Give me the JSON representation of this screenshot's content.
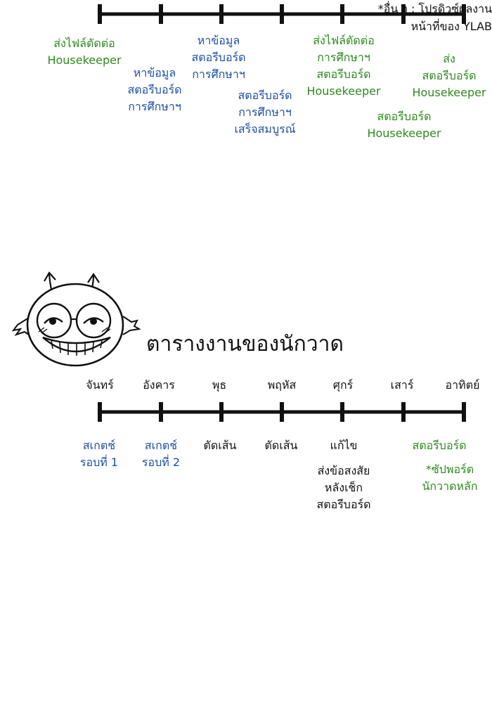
{
  "top_schedule": {
    "columns": [
      {
        "lines": [
          "ส่งไฟล์ตัดต่อ",
          "Housekeeper"
        ],
        "color": "green"
      },
      {
        "lines": [
          "หาข้อมูล",
          "สตอรีบอร์ด",
          "การศึกษาฯ"
        ],
        "color": "blue"
      },
      {
        "lines": [
          "หาข้อมูล",
          "สตอรีบอร์ด",
          "การศึกษาฯ"
        ],
        "color": "blue"
      },
      {
        "lines": [
          "สตอรีบอร์ด",
          "การศึกษาฯ",
          "เสร็จสมบูรณ์"
        ],
        "color": "blue"
      },
      {
        "lines": [
          "ส่งไฟล์ตัดต่อ",
          "การศึกษาฯ",
          "สตอรีบอร์ด",
          "Housekeeper"
        ],
        "color": "green"
      },
      {
        "lines": [
          "สตอรีบอร์ด",
          "Housekeeper"
        ],
        "color": "green"
      },
      {
        "lines": [
          "ส่ง",
          "สตอรีบอร์ด",
          "Housekeeper"
        ],
        "color": "green"
      }
    ],
    "note": [
      "*อื่น ๆ : โปรดิวซ์ผลงาน",
      "หน้าที่ของ YLAB"
    ]
  },
  "bottom_schedule": {
    "title": "ตารางงานของนักวาด",
    "days": [
      "จันทร์",
      "อังคาร",
      "พุธ",
      "พฤหัส",
      "ศุกร์",
      "เสาร์",
      "อาทิตย์"
    ],
    "tasks": [
      {
        "lines": [
          "สเกตช์",
          "รอบที่ 1"
        ],
        "color": "blue"
      },
      {
        "lines": [
          "สเกตช์",
          "รอบที่ 2"
        ],
        "color": "blue"
      },
      {
        "lines": [
          "ตัดเส้น"
        ],
        "color": "black"
      },
      {
        "lines": [
          "ตัดเส้น"
        ],
        "color": "black"
      },
      {
        "lines": [
          "แก้ไข"
        ],
        "color": "black"
      },
      {
        "lines": [
          "ส่งข้อสงสัย",
          "หลังเช็ก",
          "สตอรีบอร์ด"
        ],
        "color": "black"
      },
      {
        "lines": [
          "สตอรีบอร์ด"
        ],
        "color": "green"
      },
      {
        "lines": [
          "*ซัปพอร์ต",
          "นักวาดหลัก"
        ],
        "color": "green"
      }
    ]
  },
  "colors": {
    "green": "#2f8a1f",
    "blue": "#1f4fa8",
    "black": "#111111"
  }
}
